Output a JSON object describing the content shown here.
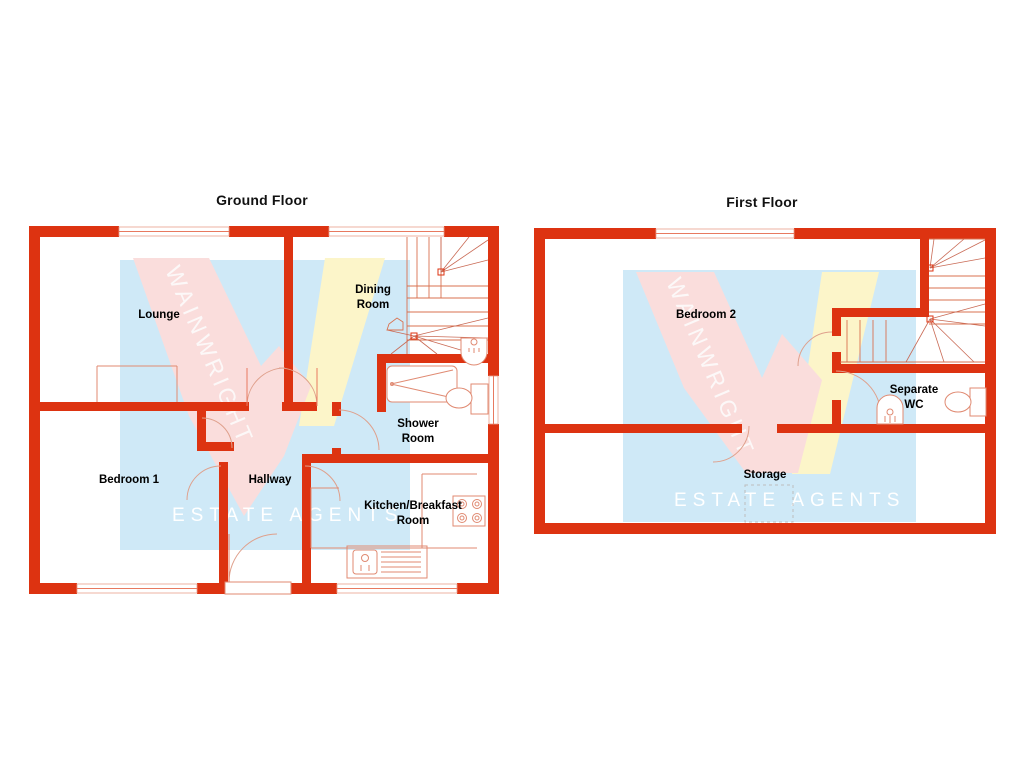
{
  "document": {
    "type": "floor-plan",
    "watermark_diagonal": "WAINWRIGHT",
    "watermark_horizontal": "ESTATE AGENTS",
    "colors": {
      "wall": "#DD3311",
      "room_highlight_blue": "#CFE9F7",
      "watermark_band_pink": "#FADDDC",
      "watermark_band_yellow": "#FCF5C9",
      "fixture_line": "#E08A72",
      "label_text": "#000000",
      "background": "#FFFFFF"
    }
  },
  "floors": [
    {
      "id": "ground",
      "title": "Ground Floor",
      "rooms": [
        {
          "key": "lounge",
          "label": "Lounge"
        },
        {
          "key": "dining",
          "label": "Dining\nRoom",
          "line1": "Dining",
          "line2": "Room"
        },
        {
          "key": "bedroom1",
          "label": "Bedroom 1"
        },
        {
          "key": "hallway",
          "label": "Hallway"
        },
        {
          "key": "shower",
          "label": "Shower\nRoom",
          "line1": "Shower",
          "line2": "Room"
        },
        {
          "key": "kitchen",
          "label": "Kitchen/Breakfast\nRoom",
          "line1": "Kitchen/Breakfast",
          "line2": "Room"
        }
      ],
      "fixtures": [
        "staircase-winder",
        "bath",
        "wash-basin",
        "toilet",
        "kitchen-sink",
        "hob",
        "worktop"
      ],
      "openings": [
        "front-door",
        "window-lounge",
        "window-dining",
        "window-bedroom1",
        "window-kitchen",
        "window-shower"
      ]
    },
    {
      "id": "first",
      "title": "First Floor",
      "rooms": [
        {
          "key": "bedroom2",
          "label": "Bedroom 2"
        },
        {
          "key": "storage",
          "label": "Storage"
        },
        {
          "key": "wc",
          "label": "Separate\nWC",
          "line1": "Separate",
          "line2": "WC"
        }
      ],
      "fixtures": [
        "staircase-winder",
        "toilet",
        "wash-basin",
        "hatch"
      ],
      "openings": [
        "window-bedroom2"
      ]
    }
  ]
}
